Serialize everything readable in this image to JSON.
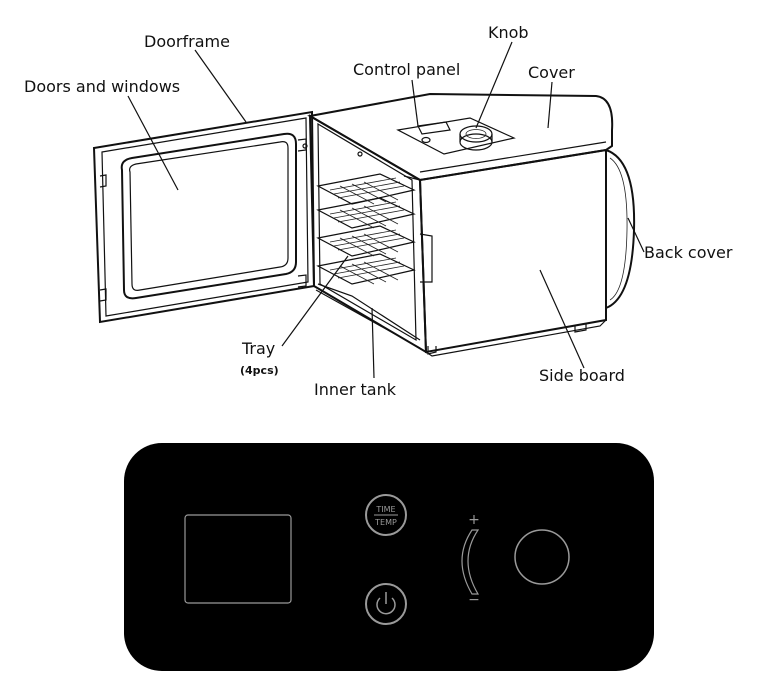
{
  "labels": {
    "doorframe": "Doorframe",
    "doors_windows": "Doors and windows",
    "control_panel": "Control panel",
    "knob": "Knob",
    "cover": "Cover",
    "back_cover": "Back cover",
    "side_board": "Side board",
    "tray": "Tray",
    "tray_count": "(4pcs)",
    "inner_tank": "Inner tank"
  },
  "panel": {
    "time_label": "TIME",
    "temp_label": "TEMP",
    "plus_sign": "+",
    "minus_sign": "−"
  },
  "colors": {
    "panel_bg": "#000000",
    "panel_lines": "#9a9a9a"
  },
  "icons": {
    "power": "power-icon",
    "time_temp": "time-temp-icon"
  }
}
